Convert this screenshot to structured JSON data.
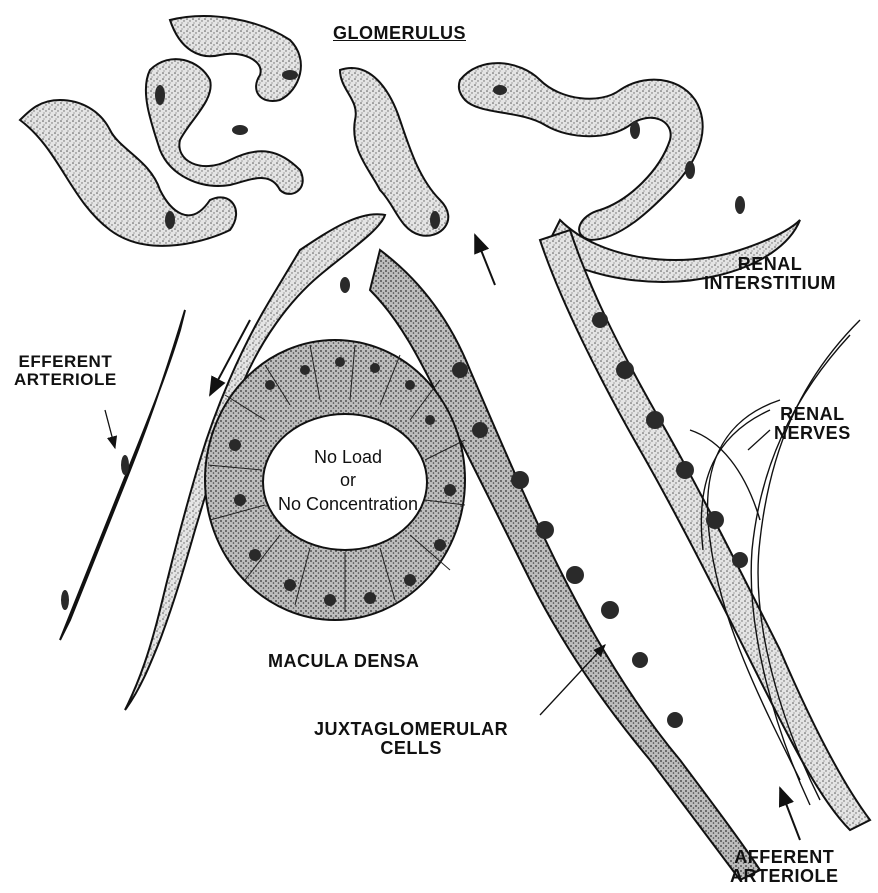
{
  "labels": {
    "glomerulus": "GLOMERULUS",
    "renal_interstitium_1": "RENAL",
    "renal_interstitium_2": "INTERSTITIUM",
    "efferent_1": "EFFERENT",
    "efferent_2": "ARTERIOLE",
    "renal_nerves_1": "RENAL",
    "renal_nerves_2": "NERVES",
    "macula_densa": "MACULA DENSA",
    "jg_1": "JUXTAGLOMERULAR",
    "jg_2": "CELLS",
    "afferent_1": "AFFERENT",
    "afferent_2": "ARTERIOLE",
    "lumen_1": "No Load",
    "lumen_2": "or",
    "lumen_3": "No Concentration"
  },
  "colors": {
    "ink": "#111111",
    "stipple": "#6e6e6e",
    "cell_fill": "#d9d9d9",
    "nucleus": "#2a2a2a"
  }
}
